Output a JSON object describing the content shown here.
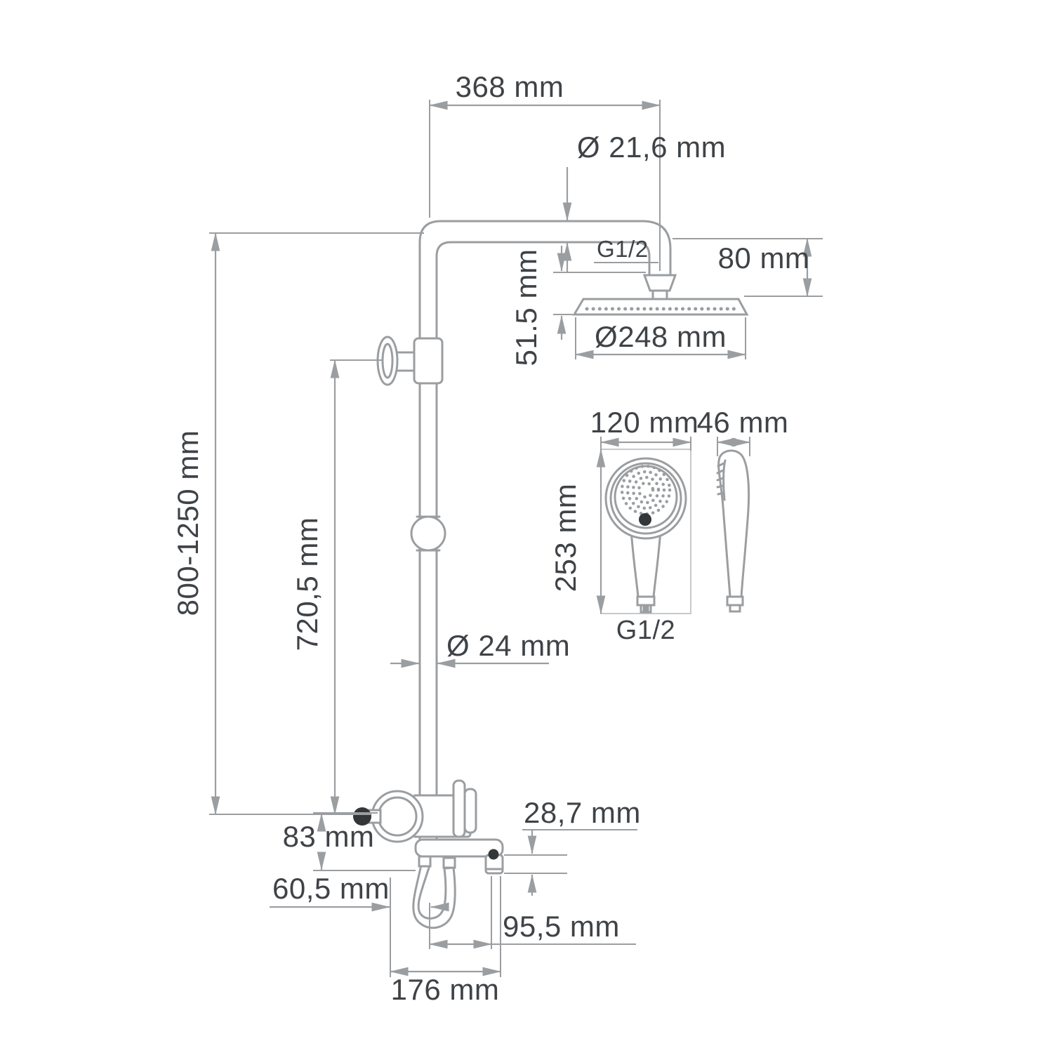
{
  "diagram": {
    "kind": "shower-system-dimensional-drawing",
    "colors": {
      "line": "#9b9ea1",
      "light_line": "#c6c9cc",
      "text": "#3f4347",
      "dark_detail": "#34373a",
      "background": "#ffffff"
    },
    "labels": {
      "top_width": "368 mm",
      "arm_diameter": "Ø 21,6 mm",
      "head_thread": "G1/2",
      "head_drop": "80 mm",
      "head_height": "51.5 mm",
      "head_diameter": "Ø248 mm",
      "hand_width": "120 mm",
      "hand_depth": "46 mm",
      "hand_length": "253 mm",
      "hand_thread": "G1/2",
      "column_height": "800-1250 mm",
      "bracket_height": "720,5 mm",
      "pipe_diameter": "Ø 24 mm",
      "spout_drop": "28,7 mm",
      "mixer_drop": "83 mm",
      "hose_offset": "60,5 mm",
      "spout_reach": "95,5 mm",
      "base_width": "176 mm"
    }
  }
}
